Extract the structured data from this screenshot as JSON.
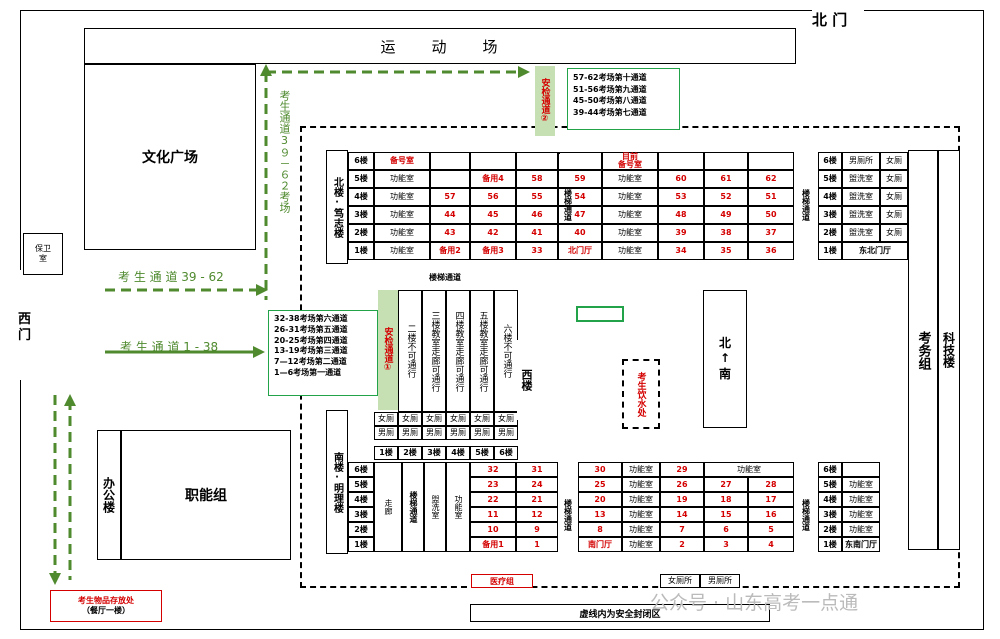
{
  "gates": {
    "north": "北 门",
    "west": "西\n门"
  },
  "areas": {
    "playground": "运　　动　　场",
    "culture_square": "文化广场",
    "guard_room": "保卫\n室",
    "office_building": "办公楼",
    "functional_group": "职能组",
    "exam_affairs": "考务组",
    "tech_building": "科技楼",
    "north_south": "北↑南",
    "west_building": "西楼",
    "north_building": "北楼·笃志楼",
    "south_building": "南楼·明理楼",
    "water_station": "考生饮水处",
    "storage": "考生物品存放处",
    "storage_sub": "（餐厅一楼）",
    "medical": "医疗组",
    "security_note": "虚线内为安全封闭区",
    "watermark": "公众号 · 山东高考一点通"
  },
  "passages": {
    "top_route": "考生通道3９－６２考场",
    "route_39_62": "考 生 通 道 39 - 62",
    "route_1_38": "考 生 通 道 1 - 38",
    "security_2": "安检通道②",
    "security_1": "安检通道①"
  },
  "legend_top": [
    "57-62考场第十通道",
    "51-56考场第九通道",
    "45-50考场第八通道",
    "39-44考场第七通道"
  ],
  "legend_left": [
    "32-38考场第六通道",
    "26-31考场第五通道",
    "20-25考场第四通道",
    "13-19考场第三通道",
    "7—12考场第二通道",
    "1—6考场第一通道"
  ],
  "north_floors": [
    "6楼",
    "5楼",
    "4楼",
    "3楼",
    "2楼",
    "1楼"
  ],
  "north_rows": [
    {
      "a": "备号室",
      "b": "",
      "c": "",
      "d": "",
      "e": "",
      "f": "目前\n备号室",
      "g": "",
      "h": "",
      "i": ""
    },
    {
      "a": "功能室",
      "b": "",
      "c": "备用4",
      "d": "58",
      "e": "59",
      "f": "功能室",
      "g": "60",
      "h": "61",
      "i": "62"
    },
    {
      "a": "功能室",
      "b": "57",
      "c": "56",
      "d": "55",
      "e": "54",
      "f": "功能室",
      "g": "53",
      "h": "52",
      "i": "51"
    },
    {
      "a": "功能室",
      "b": "44",
      "c": "45",
      "d": "46",
      "e": "47",
      "f": "功能室",
      "g": "48",
      "h": "49",
      "i": "50"
    },
    {
      "a": "功能室",
      "b": "43",
      "c": "42",
      "d": "41",
      "e": "40",
      "f": "功能室",
      "g": "39",
      "h": "38",
      "i": "37"
    },
    {
      "a": "功能室",
      "b": "备用2",
      "c": "备用3",
      "d": "33",
      "e": "北门厅",
      "f": "功能室",
      "g": "34",
      "h": "35",
      "i": "36"
    }
  ],
  "north_stairs": "楼梯通道",
  "north_east_rows": [
    {
      "f": "6楼",
      "a": "男厕所",
      "b": "女厕"
    },
    {
      "f": "5楼",
      "a": "盥洗室",
      "b": "女厕"
    },
    {
      "f": "4楼",
      "a": "盥洗室",
      "b": "女厕"
    },
    {
      "f": "3楼",
      "a": "盥洗室",
      "b": "女厕"
    },
    {
      "f": "2楼",
      "a": "盥洗室",
      "b": "女厕"
    },
    {
      "f": "1楼",
      "a": "东北门厅",
      "b": ""
    }
  ],
  "west_corridor_label": "楼梯通道",
  "west_cols": [
    "二楼不可通行",
    "三楼教室走廊可通行",
    "四楼教室走廊可通行",
    "五楼教室走廊可通行",
    "六楼不可通行"
  ],
  "west_toilets": [
    "女厕",
    "女厕",
    "女厕",
    "女厕",
    "女厕",
    "女厕"
  ],
  "west_toilets2": [
    "男厕",
    "男厕",
    "男厕",
    "男厕",
    "男厕",
    "男厕"
  ],
  "west_floors": [
    "1楼",
    "2楼",
    "3楼",
    "4楼",
    "5楼",
    "6楼"
  ],
  "south_floors": [
    "6楼",
    "5楼",
    "4楼",
    "3楼",
    "2楼",
    "1楼"
  ],
  "south_side": {
    "corridor": "走廊",
    "stairs": "楼梯通道",
    "washroom": "盥洗室",
    "func": "功能室"
  },
  "south_rows": [
    {
      "a": "32",
      "b": "31",
      "c": "30",
      "d": "功能室",
      "e": "29",
      "f": "功能室",
      "g": ""
    },
    {
      "a": "23",
      "b": "24",
      "c": "25",
      "d": "功能室",
      "e": "26",
      "f": "27",
      "g": "28"
    },
    {
      "a": "22",
      "b": "21",
      "c": "20",
      "d": "功能室",
      "e": "19",
      "f": "18",
      "g": "17"
    },
    {
      "a": "11",
      "b": "12",
      "c": "13",
      "d": "功能室",
      "e": "14",
      "f": "15",
      "g": "16"
    },
    {
      "a": "10",
      "b": "9",
      "c": "8",
      "d": "功能室",
      "e": "7",
      "f": "6",
      "g": "5"
    },
    {
      "a": "备用1",
      "b": "1",
      "c": "南门厅",
      "d": "功能室",
      "e": "2",
      "f": "3",
      "g": "4"
    }
  ],
  "south_east_rows": [
    {
      "f": "6楼",
      "a": ""
    },
    {
      "f": "5楼",
      "a": "功能室"
    },
    {
      "f": "4楼",
      "a": "功能室"
    },
    {
      "f": "3楼",
      "a": "功能室"
    },
    {
      "f": "2楼",
      "a": "功能室"
    },
    {
      "f": "1楼",
      "a": "东南门厅"
    }
  ],
  "south_bottom_toilets": [
    "女厕所",
    "男厕所"
  ],
  "colors": {
    "green": "#4f8a2e",
    "red": "#d40000",
    "panel_border": "#22a34a",
    "security_fill": "#c6e0b4"
  }
}
